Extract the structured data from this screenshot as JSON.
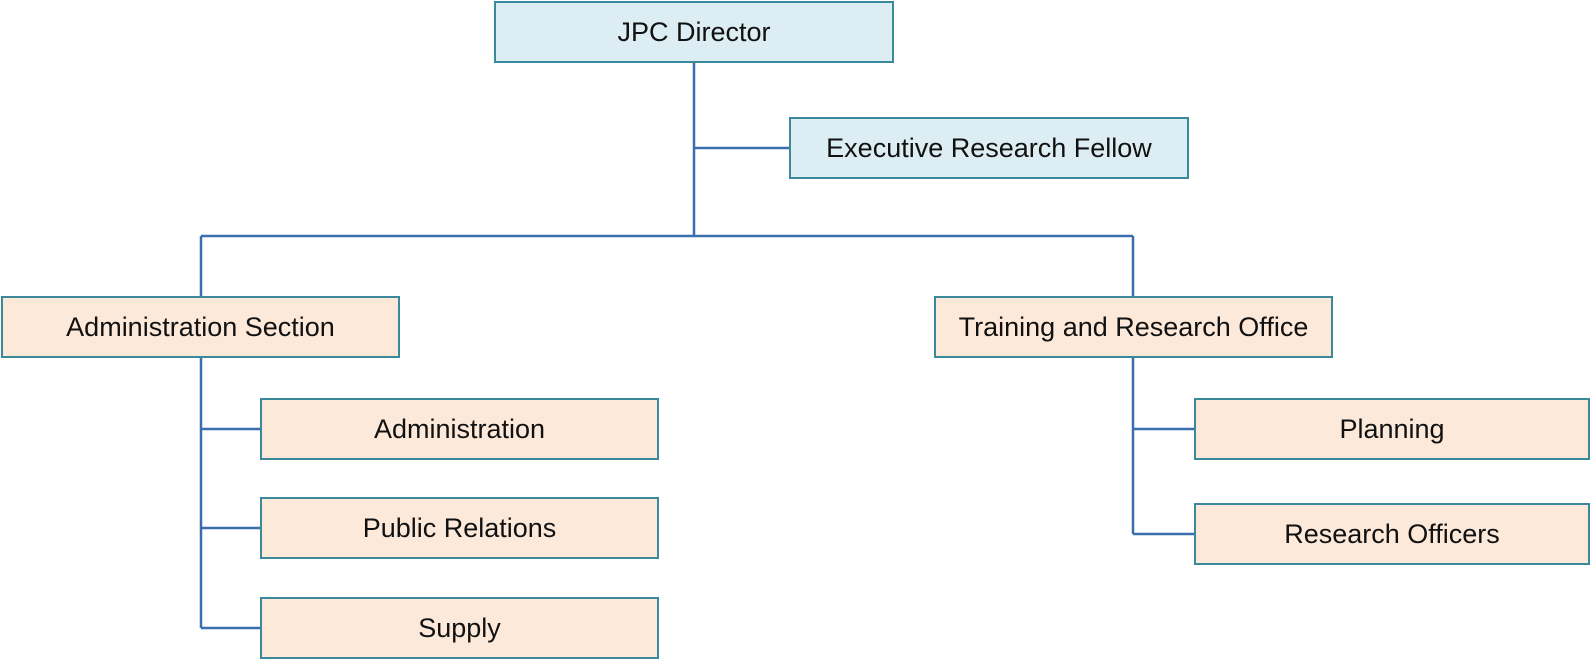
{
  "colors": {
    "connector": "#3a6fae",
    "node_border": "#3a8a9c",
    "executive_fill": "#dceef3",
    "unit_fill": "#fce9da"
  },
  "director": {
    "label": "JPC Director"
  },
  "executive_research_fellow": {
    "label": "Executive Research Fellow"
  },
  "administration_section": {
    "label": "Administration Section",
    "children": [
      {
        "label": "Administration"
      },
      {
        "label": "Public Relations"
      },
      {
        "label": "Supply"
      }
    ]
  },
  "training_research_office": {
    "label": "Training and Research Office",
    "children": [
      {
        "label": "Planning"
      },
      {
        "label": "Research Officers"
      }
    ]
  }
}
